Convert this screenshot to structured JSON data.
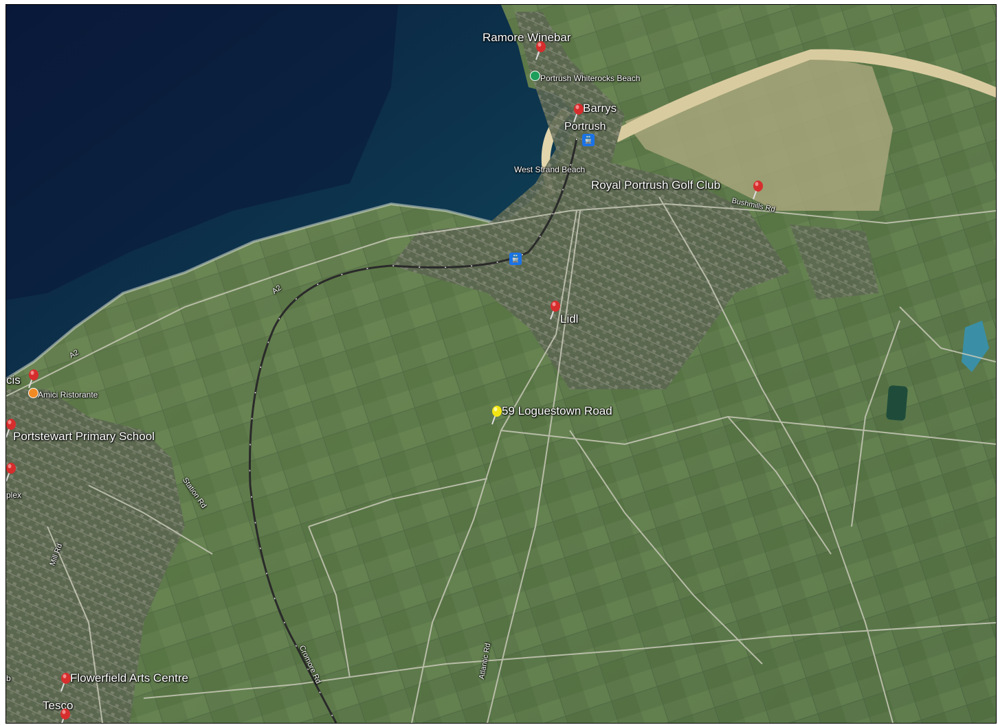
{
  "places": {
    "ramore": "Ramore Winebar",
    "whiterocks": "Portrush Whiterocks Beach",
    "barrys": "Barrys",
    "portrush": "Portrush",
    "west_strand": "West Strand Beach",
    "golf": "Royal Portrush Golf Club",
    "lidl": "Lidl",
    "loguestown": "59 Loguestown Road",
    "cis": "cis",
    "amici": "Amici Ristorante",
    "primary_school": "Portstewart Primary School",
    "plex": "plex",
    "flowerfield": "Flowerfield Arts Centre",
    "tesco": "Tesco",
    "b": "b"
  },
  "roads": {
    "bushmills": "Bushmills Rd",
    "a2_upper": "A2",
    "a2_lower": "A2",
    "station": "Station Rd",
    "mill": "Mill Rd",
    "cromore": "Cromore Rd",
    "atlantic": "Atlantic Rd"
  },
  "icons": {
    "pin": "red-pushpin-icon",
    "selected_pin": "yellow-pushpin-icon",
    "rail": "train-station-icon",
    "beach": "beach-poi-icon",
    "restaurant": "restaurant-poi-icon"
  },
  "colors": {
    "sea": "#0d3f52",
    "pin_red": "#d62d2d",
    "pin_yellow": "#f3e513",
    "rail_blue": "#1a73e8"
  }
}
